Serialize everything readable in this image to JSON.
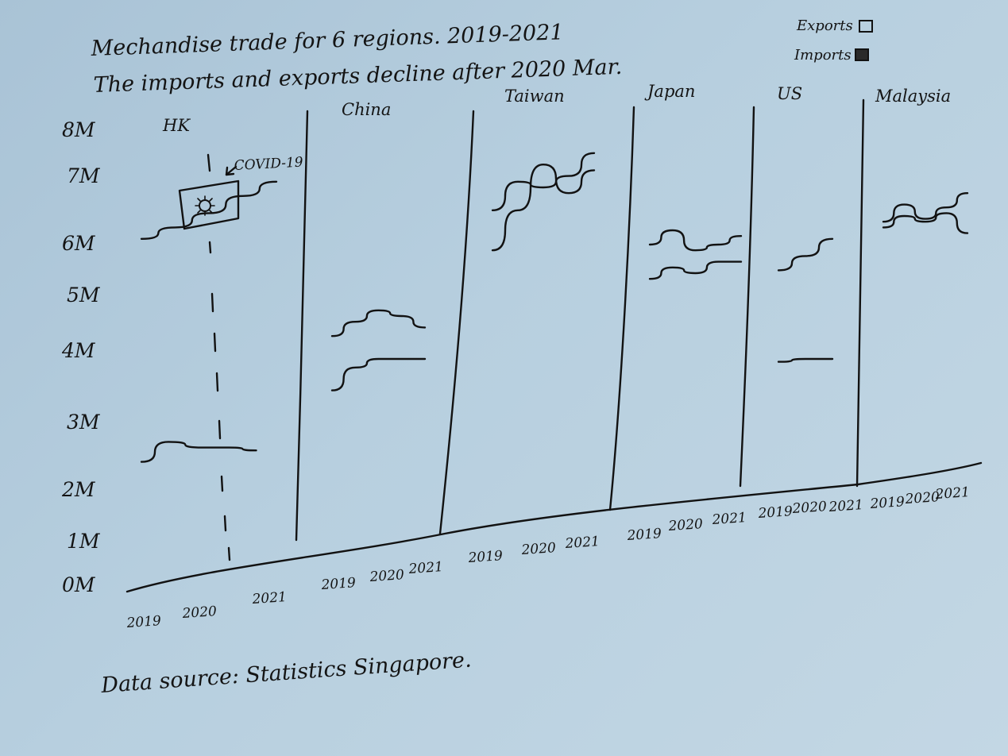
{
  "chart_data": {
    "type": "line",
    "title": "Mechandise trade for 6 regions. 2019-2021",
    "subtitle": "The imports and exports decline after 2020 Mar.",
    "source": "Data source: Statistics Singapore.",
    "legend": {
      "placement": "top-right",
      "entries": [
        {
          "label": "Exports",
          "symbol": "empty-box"
        },
        {
          "label": "Imports",
          "symbol": "filled-box"
        }
      ]
    },
    "y_ticks": [
      "0M",
      "1M",
      "2M",
      "3M",
      "4M",
      "5M",
      "6M",
      "7M",
      "8M"
    ],
    "ylim": [
      0,
      8
    ],
    "x_ticks": [
      "2019",
      "2020",
      "2021"
    ],
    "grid": false,
    "annotation": {
      "label": "COVID-19",
      "region": "HK",
      "x": 2020.2
    },
    "panels": [
      {
        "region": "HK",
        "series": [
          {
            "x": [
              2019,
              2019.5,
              2020,
              2020.5,
              2021
            ],
            "y": [
              6.1,
              6.3,
              6.55,
              6.85,
              7.1
            ]
          },
          {
            "x": [
              2019,
              2019.4,
              2019.9,
              2020.3,
              2020.7
            ],
            "y": [
              2.2,
              2.55,
              2.45,
              2.45,
              2.4
            ]
          }
        ]
      },
      {
        "region": "China",
        "series": [
          {
            "x": [
              2019,
              2019.5,
              2020,
              2020.5,
              2021
            ],
            "y": [
              4.4,
              4.65,
              4.85,
              4.75,
              4.55
            ]
          },
          {
            "x": [
              2019,
              2019.5,
              2020,
              2020.5,
              2021
            ],
            "y": [
              3.45,
              3.85,
              4.0,
              4.0,
              4.0
            ]
          }
        ]
      },
      {
        "region": "Taiwan",
        "series": [
          {
            "x": [
              2019,
              2019.5,
              2020,
              2020.5,
              2021
            ],
            "y": [
              5.9,
              6.6,
              7.4,
              6.9,
              7.3
            ]
          },
          {
            "x": [
              2019,
              2019.5,
              2020,
              2020.5,
              2021
            ],
            "y": [
              6.6,
              7.1,
              7.0,
              7.2,
              7.6
            ]
          }
        ]
      },
      {
        "region": "Japan",
        "series": [
          {
            "x": [
              2019,
              2019.5,
              2020,
              2020.5,
              2021
            ],
            "y": [
              6.0,
              6.25,
              5.9,
              6.0,
              6.15
            ]
          },
          {
            "x": [
              2019,
              2019.5,
              2020,
              2020.5,
              2021
            ],
            "y": [
              5.4,
              5.6,
              5.5,
              5.7,
              5.7
            ]
          }
        ]
      },
      {
        "region": "US",
        "series": [
          {
            "x": [
              2019,
              2020,
              2021
            ],
            "y": [
              5.55,
              5.8,
              6.1
            ]
          },
          {
            "x": [
              2019,
              2020,
              2021
            ],
            "y": [
              3.95,
              4.0,
              4.0
            ]
          }
        ]
      },
      {
        "region": "Malaysia",
        "series": [
          {
            "x": [
              2019,
              2019.5,
              2020,
              2020.5,
              2021
            ],
            "y": [
              6.3,
              6.5,
              6.4,
              6.55,
              6.2
            ]
          },
          {
            "x": [
              2019,
              2019.5,
              2020,
              2020.5,
              2021
            ],
            "y": [
              6.4,
              6.7,
              6.45,
              6.65,
              6.9
            ]
          }
        ]
      }
    ]
  },
  "labels": {
    "title": "Mechandise trade for 6 regions. 2019-2021",
    "subtitle": "The imports and exports decline after 2020 Mar.",
    "source": "Data source: Statistics Singapore.",
    "annotation": "COVID-19",
    "legend_exports": "Exports",
    "legend_imports": "Imports",
    "regions": [
      "HK",
      "China",
      "Taiwan",
      "Japan",
      "US",
      "Malaysia"
    ],
    "y_ticks": [
      "0M",
      "1M",
      "2M",
      "3M",
      "4M",
      "5M",
      "6M",
      "7M",
      "8M"
    ],
    "year_groups": [
      [
        "2019",
        "2020",
        "2021"
      ],
      [
        "2019",
        "2020",
        "2021"
      ],
      [
        "2019",
        "2020",
        "2021"
      ],
      [
        "2019",
        "2020",
        "2021"
      ],
      [
        "2019",
        "2020",
        "2021"
      ],
      [
        "2019",
        "2020",
        "2021"
      ]
    ]
  },
  "colors": {
    "ink": "#121212",
    "paper": "#b7cfdf"
  }
}
